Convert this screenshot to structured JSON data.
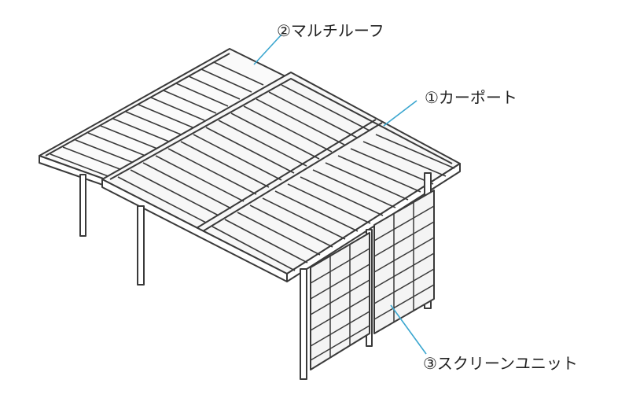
{
  "labels": {
    "multi_roof": "②マルチルーフ",
    "carport": "①カーポート",
    "screen_unit": "③スクリーンユニット"
  },
  "colors": {
    "line": "#3a3a3a",
    "leader": "#3aa6cf",
    "panel_fill": "#f4f4f4"
  }
}
